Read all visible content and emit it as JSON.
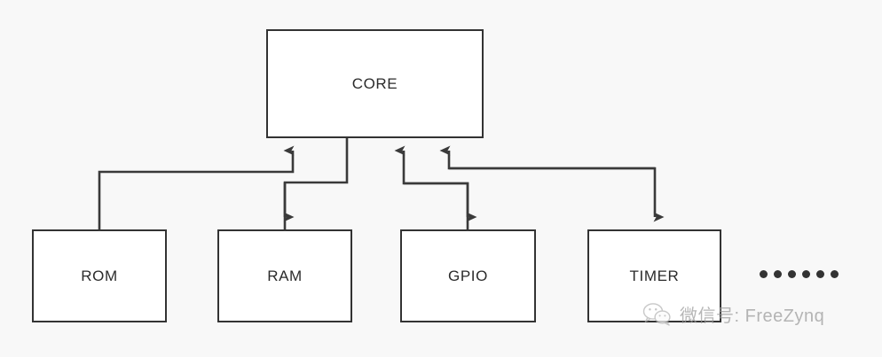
{
  "diagram": {
    "title_node": {
      "id": "core",
      "label": "CORE"
    },
    "peripherals": [
      {
        "id": "rom",
        "label": "ROM"
      },
      {
        "id": "ram",
        "label": "RAM"
      },
      {
        "id": "gpio",
        "label": "GPIO"
      },
      {
        "id": "timer",
        "label": "TIMER"
      }
    ],
    "ellipsis_dot_count": 6,
    "colors": {
      "background": "#f8f8f8",
      "node_fill": "#ffffff",
      "node_stroke": "#333333",
      "wire": "#3a3a3a",
      "label_text": "#2b2b2b",
      "watermark_text": "#9a9a9a"
    }
  },
  "watermark": {
    "icon": "wechat-icon",
    "text": "微信号: FreeZynq"
  }
}
